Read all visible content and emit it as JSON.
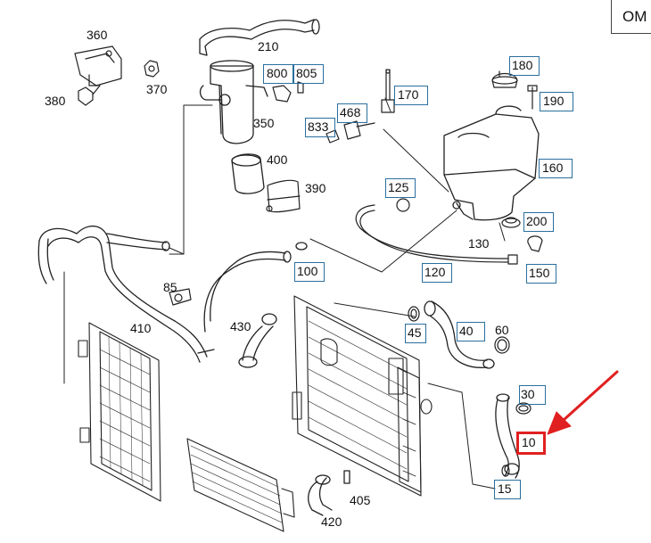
{
  "badge": "OM",
  "accent_color": "#e02020",
  "box_color": "#2a6f9e",
  "callouts": {
    "p360": "360",
    "p380": "380",
    "p370": "370",
    "p210": "210",
    "p800": "800",
    "p805": "805",
    "p350": "350",
    "p400": "400",
    "p390": "390",
    "p170": "170",
    "p468": "468",
    "p833": "833",
    "p180": "180",
    "p190": "190",
    "p160": "160",
    "p125": "125",
    "p200": "200",
    "p130": "130",
    "p150": "150",
    "p120": "120",
    "p100": "100",
    "p85": "85",
    "p410": "410",
    "p430": "430",
    "p45": "45",
    "p40": "40",
    "p60": "60",
    "p30": "30",
    "p10": "10",
    "p15": "15",
    "p405": "405",
    "p420": "420"
  }
}
